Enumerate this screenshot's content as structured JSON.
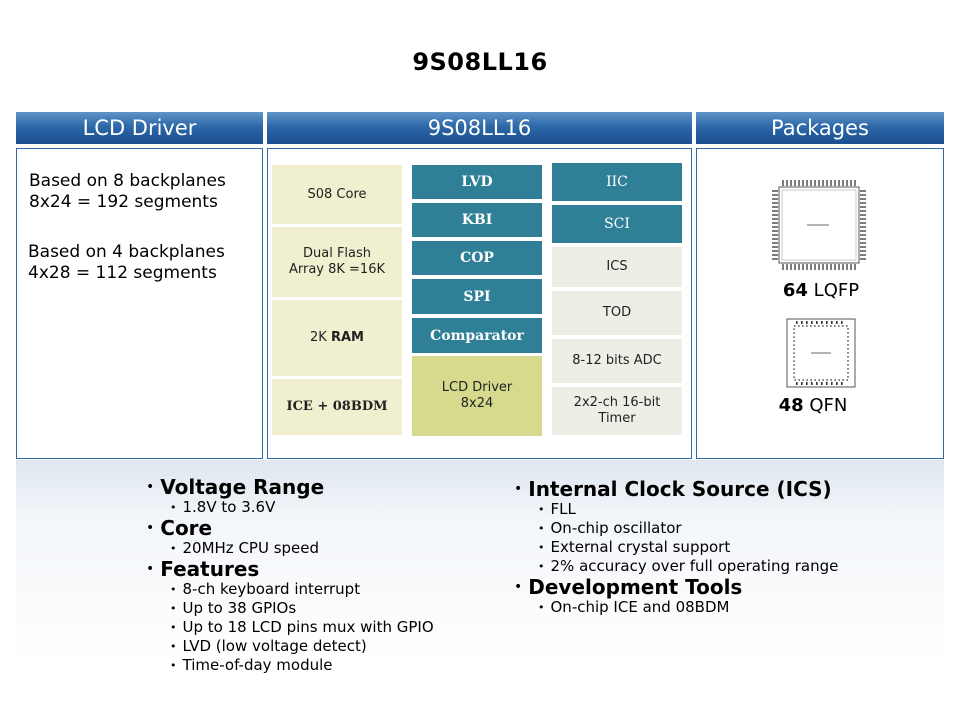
{
  "title": "9S08LL16",
  "headers": {
    "lcd": "LCD Driver",
    "mcu": "9S08LL16",
    "packages": "Packages"
  },
  "lcd": {
    "line1": "Based on 8 backplanes",
    "line2": "8x24 = 192 segments",
    "line3": "Based on 4 backplanes",
    "line4": "4x28 = 112 segments"
  },
  "blocks": {
    "col1": {
      "core": "S08 Core",
      "flash_1": "Dual Flash",
      "flash_2": "Array 8K =16K",
      "ram_prefix": "2K ",
      "ram_bold": "RAM",
      "ice": "ICE + 08BDM"
    },
    "col2": {
      "lvd": "LVD",
      "kbi": "KBI",
      "cop": "COP",
      "spi": "SPI",
      "comparator": "Comparator",
      "lcd_1": "LCD Driver",
      "lcd_2": "8x24"
    },
    "col3": {
      "iic": "IIC",
      "sci": "SCI",
      "ics": "ICS",
      "tod": "TOD",
      "adc": "8-12 bits ADC",
      "timer_1": "2x2-ch 16-bit",
      "timer_2": "Timer"
    }
  },
  "packages": {
    "lqfp_num": "64",
    "lqfp_name": " LQFP",
    "qfn_num": "48",
    "qfn_name": " QFN"
  },
  "features_left": [
    {
      "title": "Voltage Range",
      "items": [
        "1.8V to 3.6V"
      ]
    },
    {
      "title": "Core",
      "items": [
        "20MHz CPU speed"
      ]
    },
    {
      "title": "Features",
      "items": [
        "8-ch keyboard interrupt",
        "Up to 38 GPIOs",
        "Up to 18 LCD pins mux with GPIO",
        "LVD (low voltage detect)",
        "Time-of-day module"
      ]
    }
  ],
  "features_right": [
    {
      "title": "Internal Clock Source (ICS)",
      "items": [
        "FLL",
        "On-chip oscillator",
        "External crystal support",
        "2% accuracy over full operating range"
      ]
    },
    {
      "title": "Development Tools",
      "items": [
        "On-chip ICE and 08BDM"
      ]
    }
  ],
  "colors": {
    "header_blue": "#2d68a8",
    "teal": "#2f7f97",
    "cream": "#f0f0d0",
    "light_grey": "#efeee6",
    "lcd_green": "#d6da8c"
  }
}
